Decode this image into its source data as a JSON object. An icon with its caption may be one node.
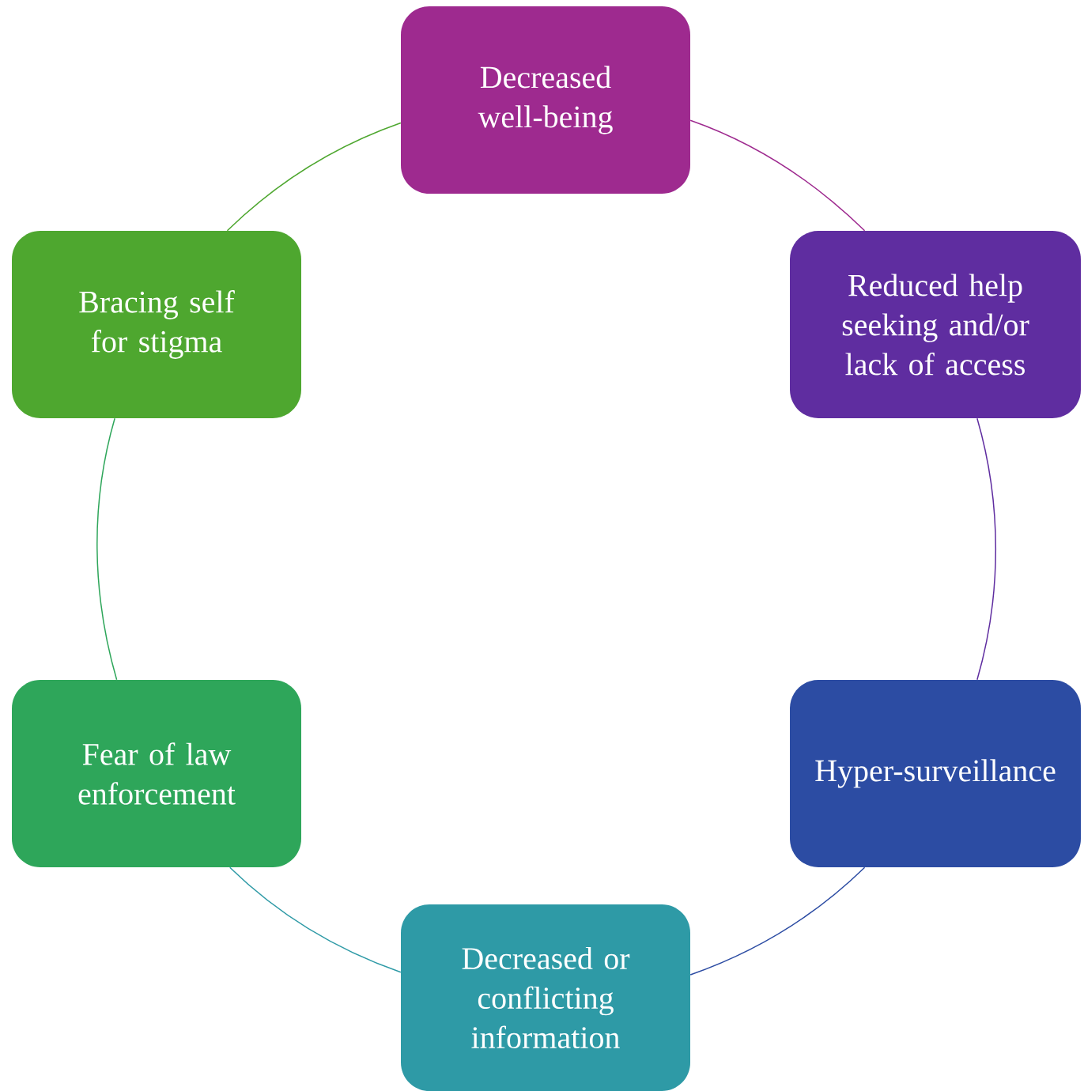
{
  "diagram": {
    "nodes": [
      {
        "text": [
          "Decreased well-being"
        ]
      },
      {
        "text": [
          "Reduced help seeking and/or lack of access"
        ]
      },
      {
        "text": [
          "Hyper-surveillance"
        ]
      },
      {
        "text": [
          "Decreased or conflicting information"
        ]
      },
      {
        "text": [
          "Fear of law enforcement"
        ]
      },
      {
        "text": [
          "Bracing self for stigma"
        ]
      }
    ],
    "edges": [
      {
        "from": 0,
        "to": 1,
        "arrow": "none",
        "color": "#9e2a8f"
      },
      {
        "from": 1,
        "to": 2,
        "arrow": "none",
        "color": "#5f2da0"
      },
      {
        "from": 2,
        "to": 3,
        "arrow": "none",
        "color": "#2c4ca3"
      },
      {
        "from": 3,
        "to": 4,
        "arrow": "none",
        "color": "#2e9aa6"
      },
      {
        "from": 4,
        "to": 5,
        "arrow": "none",
        "color": "#2ea65a"
      },
      {
        "from": 5,
        "to": 0,
        "arrow": "none",
        "color": "#4ea72f"
      }
    ]
  }
}
